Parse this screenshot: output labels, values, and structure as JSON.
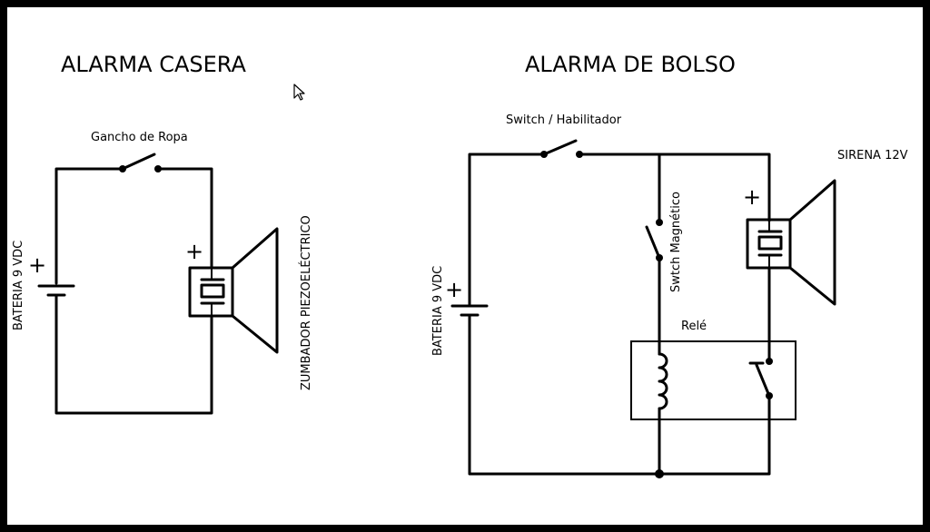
{
  "left_circuit": {
    "title": "ALARMA CASERA",
    "switch_label": "Gancho de Ropa",
    "battery_label": "BATERIA 9 VDC",
    "buzzer_label": "ZUMBADOR PIEZOELÉCTRICO",
    "battery_polarity": "+",
    "buzzer_polarity": "+"
  },
  "right_circuit": {
    "title": "ALARMA DE BOLSO",
    "switch_label": "Switch / Habilitador",
    "battery_label": "BATERIA 9 VDC",
    "magnetic_switch_label": "Swtch Magnético",
    "siren_label": "SIRENA 12V",
    "relay_label": "Relé",
    "battery_polarity": "+",
    "siren_polarity": "+"
  },
  "cursor_icon": "mouse-pointer-icon"
}
